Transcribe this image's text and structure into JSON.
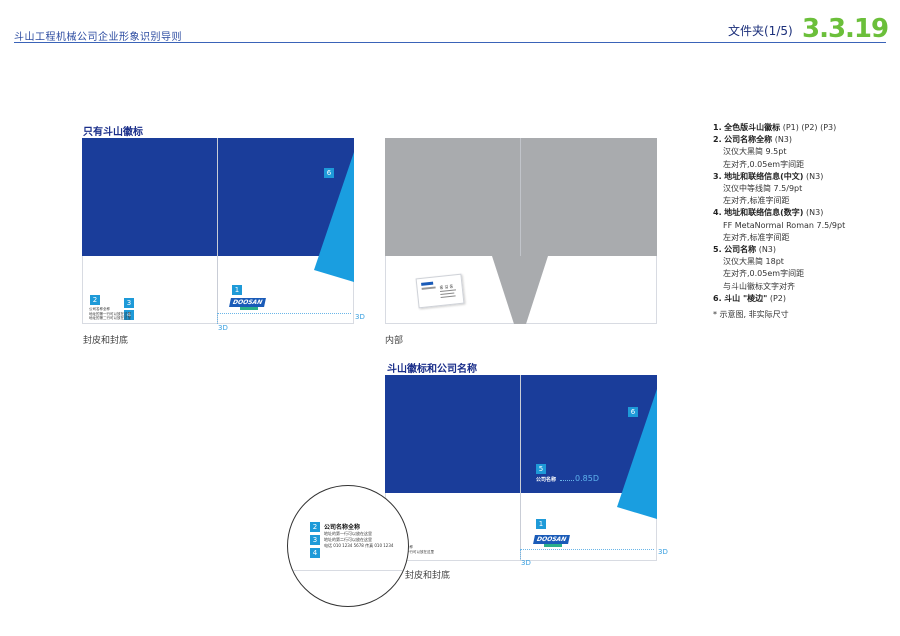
{
  "header": {
    "left_title": "斗山工程机械公司企业形象识别导则",
    "right_title": "文件夹(1/5)",
    "section_number": "3.3.19"
  },
  "panel1": {
    "title": "只有斗山徽标",
    "caption": "封皮和封底"
  },
  "panel2": {
    "caption": "内部"
  },
  "panel3": {
    "title": "斗山徽标和公司名称",
    "caption": "封皮和封底",
    "company_name": "公司名称",
    "spacing_label": "0.85D"
  },
  "dims": {
    "d3": "3D"
  },
  "badges": {
    "b1": "1",
    "b2": "2",
    "b3": "3",
    "b4": "4",
    "b5": "5",
    "b6": "6"
  },
  "logo_text": "DOOSAN",
  "zoom": {
    "company_full": "公司名称全称",
    "addr1": "地址的第一行可以放在这里",
    "addr2": "地址的第二行可以放在这里",
    "phone": "电话 010 1234 5678    传真 010 1234"
  },
  "card": {
    "name": "홍 길 동"
  },
  "specs": [
    {
      "num": "1.",
      "head": "全色版斗山徽标",
      "suffix": " (P1) (P2) (P3)",
      "lines": []
    },
    {
      "num": "2.",
      "head": "公司名称全称",
      "suffix": " (N3)",
      "lines": [
        "汉仪大黑简   9.5pt",
        "左对齐,0.05em字间距"
      ]
    },
    {
      "num": "3.",
      "head": "地址和联络信息(中文)",
      "suffix": " (N3)",
      "lines": [
        "汉仪中等线简  7.5/9pt",
        "左对齐,标准字间距"
      ]
    },
    {
      "num": "4.",
      "head": "地址和联络信息(数字)",
      "suffix": " (N3)",
      "lines": [
        "FF MetaNormal Roman  7.5/9pt",
        "左对齐,标准字间距"
      ]
    },
    {
      "num": "5.",
      "head": "公司名称",
      "suffix": " (N3)",
      "lines": [
        "汉仪大黑简   18pt",
        "左对齐,0.05em字间距",
        "与斗山徽标文字对齐"
      ]
    },
    {
      "num": "6.",
      "head": "斗山 \"棱边\"",
      "suffix": " (P2)",
      "lines": []
    }
  ],
  "note": "* 示意图, 非实际尺寸"
}
